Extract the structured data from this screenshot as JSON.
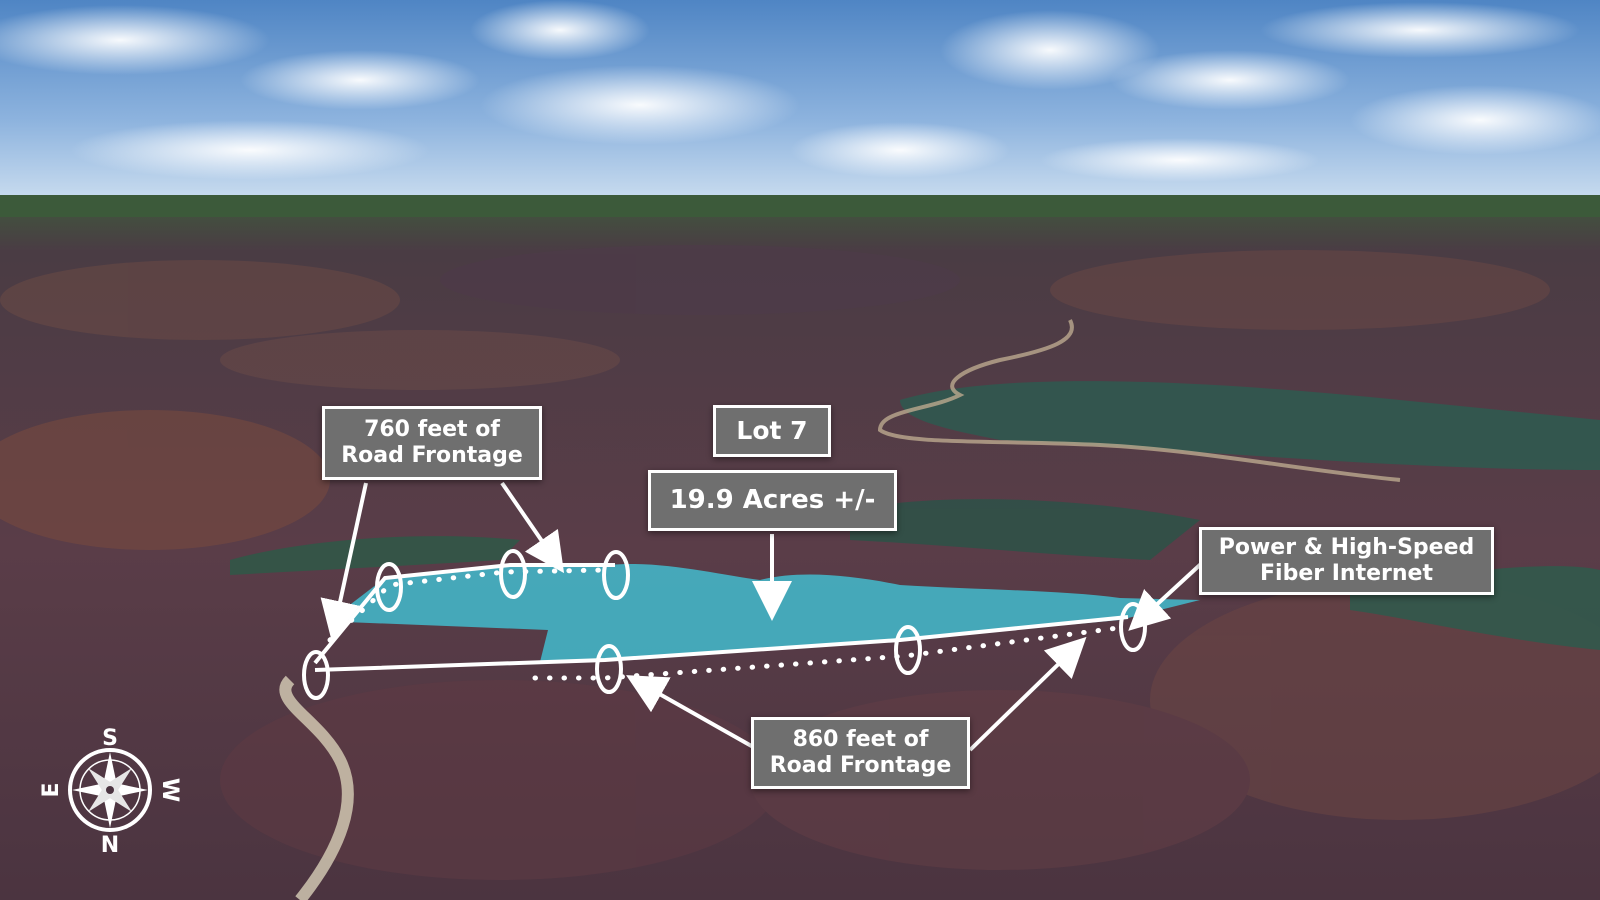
{
  "labels": {
    "road_frontage_north": [
      "760 feet of",
      "Road Frontage"
    ],
    "lot_name": "Lot 7",
    "acreage": "19.9 Acres +/-",
    "utilities": [
      "Power & High-Speed",
      "Fiber Internet"
    ],
    "road_frontage_south": [
      "860 feet of",
      "Road Frontage"
    ]
  },
  "compass": {
    "top": "S",
    "bottom": "N",
    "left": "E",
    "right": "W"
  },
  "colors": {
    "parcel_fill": "#3fd2e6",
    "label_bg": "#6f6f6f",
    "boundary": "#ffffff",
    "sky_top": "#5f8fc8",
    "terrain": "#5a3f4a",
    "forest": "#2f5a4e"
  }
}
